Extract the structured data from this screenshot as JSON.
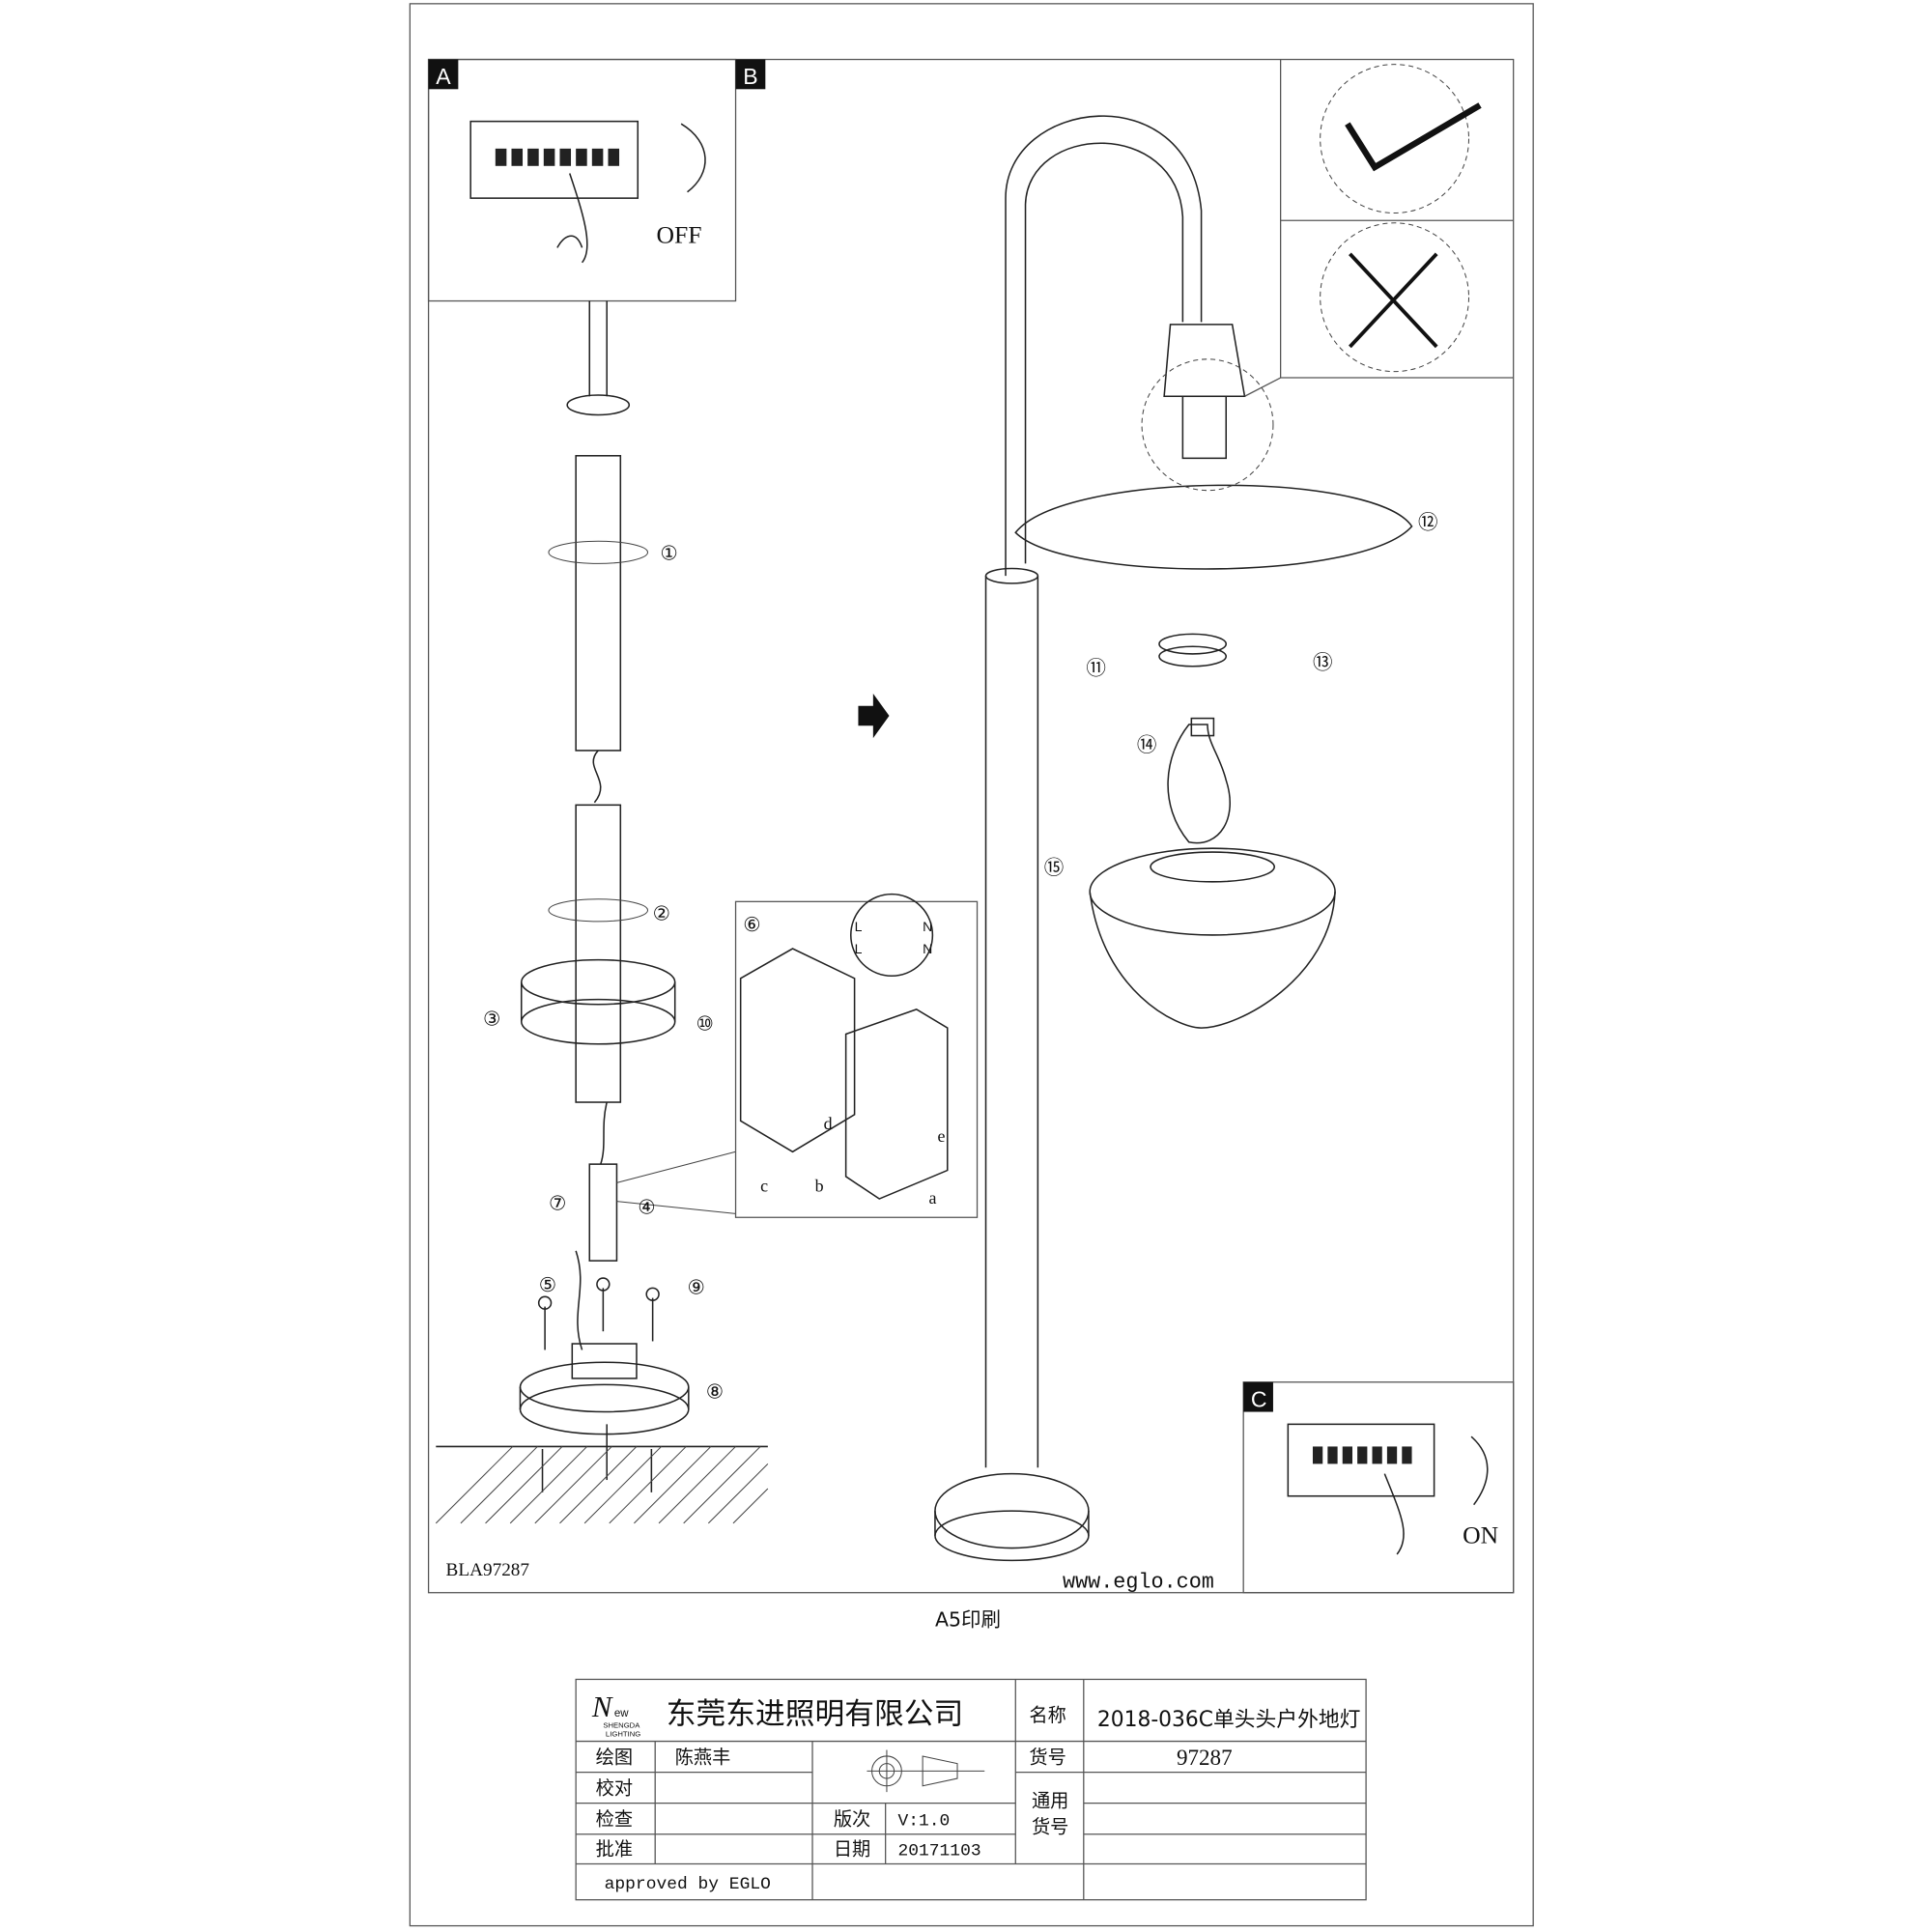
{
  "panels": {
    "a_label": "A",
    "b_label": "B",
    "c_label": "C",
    "off_label": "OFF",
    "on_label": "ON"
  },
  "steps": [
    "①",
    "②",
    "③",
    "④",
    "⑤",
    "⑥",
    "⑦",
    "⑧",
    "⑨",
    "⑩",
    "⑪",
    "⑫",
    "⑬",
    "⑭",
    "⑮"
  ],
  "sub_steps": [
    "a",
    "b",
    "c",
    "d",
    "e"
  ],
  "terminal_labels": {
    "l": "L",
    "n": "N"
  },
  "footer": {
    "model_code": "BLA97287",
    "website": "www.eglo.com",
    "print_note": "A5印刷"
  },
  "title_block": {
    "logo": "New SHENGDA LIGHTING",
    "company": "东莞东进照明有限公司",
    "name_label": "名称",
    "name_value": "2018-036C单头头户外地灯",
    "drawn_label": "绘图",
    "drawn_value": "陈燕丰",
    "proof_label": "校对",
    "check_label": "检查",
    "approve_label": "批准",
    "item_label": "货号",
    "item_value": "97287",
    "common_item_label_1": "通用",
    "common_item_label_2": "货号",
    "version_label": "版次",
    "version_value": "V:1.0",
    "date_label": "日期",
    "date_value": "20171103",
    "approved_by": "approved by EGLO"
  }
}
